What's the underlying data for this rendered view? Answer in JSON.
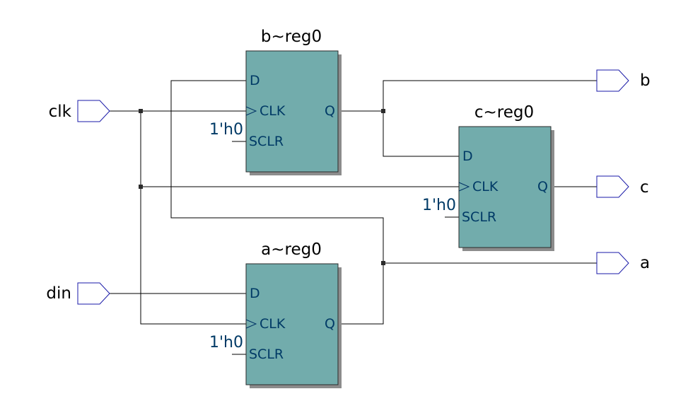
{
  "registers": {
    "b": {
      "title": "b~reg0",
      "pin_d": "D",
      "pin_clk": "CLK",
      "pin_sclr": "SCLR",
      "pin_q": "Q",
      "const": "1'h0"
    },
    "c": {
      "title": "c~reg0",
      "pin_d": "D",
      "pin_clk": "CLK",
      "pin_sclr": "SCLR",
      "pin_q": "Q",
      "const": "1'h0"
    },
    "a": {
      "title": "a~reg0",
      "pin_d": "D",
      "pin_clk": "CLK",
      "pin_sclr": "SCLR",
      "pin_q": "Q",
      "const": "1'h0"
    }
  },
  "inputs": {
    "clk": "clk",
    "din": "din"
  },
  "outputs": {
    "b": "b",
    "c": "c",
    "a": "a"
  },
  "colors": {
    "register_fill": "#72acac",
    "port_stroke": "#1a1aa8",
    "pin_text": "#003a66"
  }
}
